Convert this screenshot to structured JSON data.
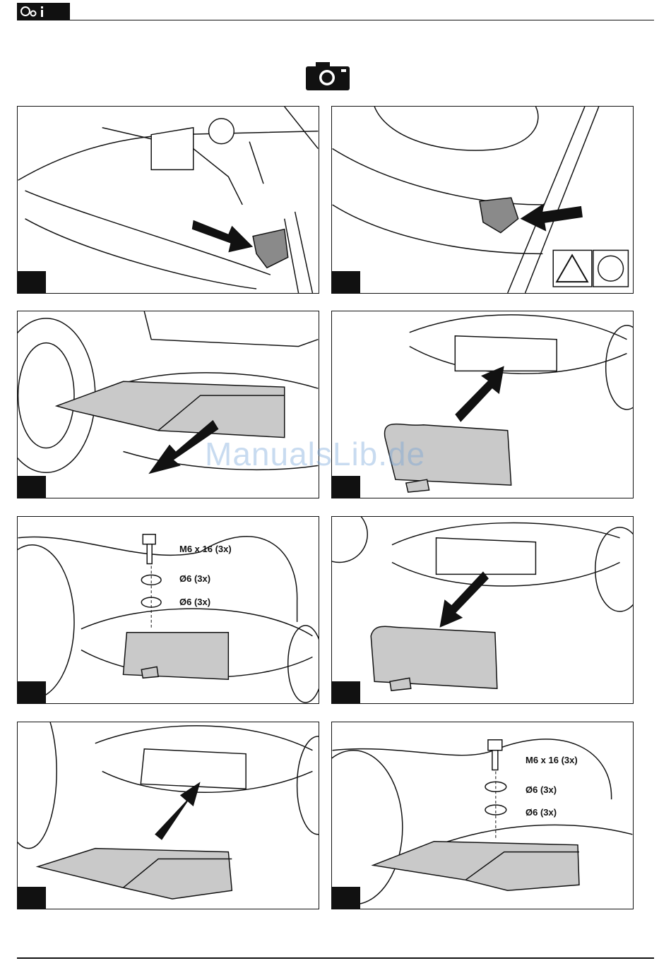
{
  "header": {
    "badge_icons": [
      "gears-icon",
      "info-icon"
    ]
  },
  "camera": {
    "icon": "camera-icon"
  },
  "watermark": "ManualsLib.de",
  "labels": {
    "bolt": "M6 x 16 (3x)",
    "washer_top": "Ø6 (3x)",
    "washer_bottom": "Ø6 (3x)"
  },
  "colors": {
    "ink": "#111111",
    "part_grey": "#c9c9c9",
    "part_dark": "#8a8a8a",
    "watermark": "#6ea0d7"
  }
}
